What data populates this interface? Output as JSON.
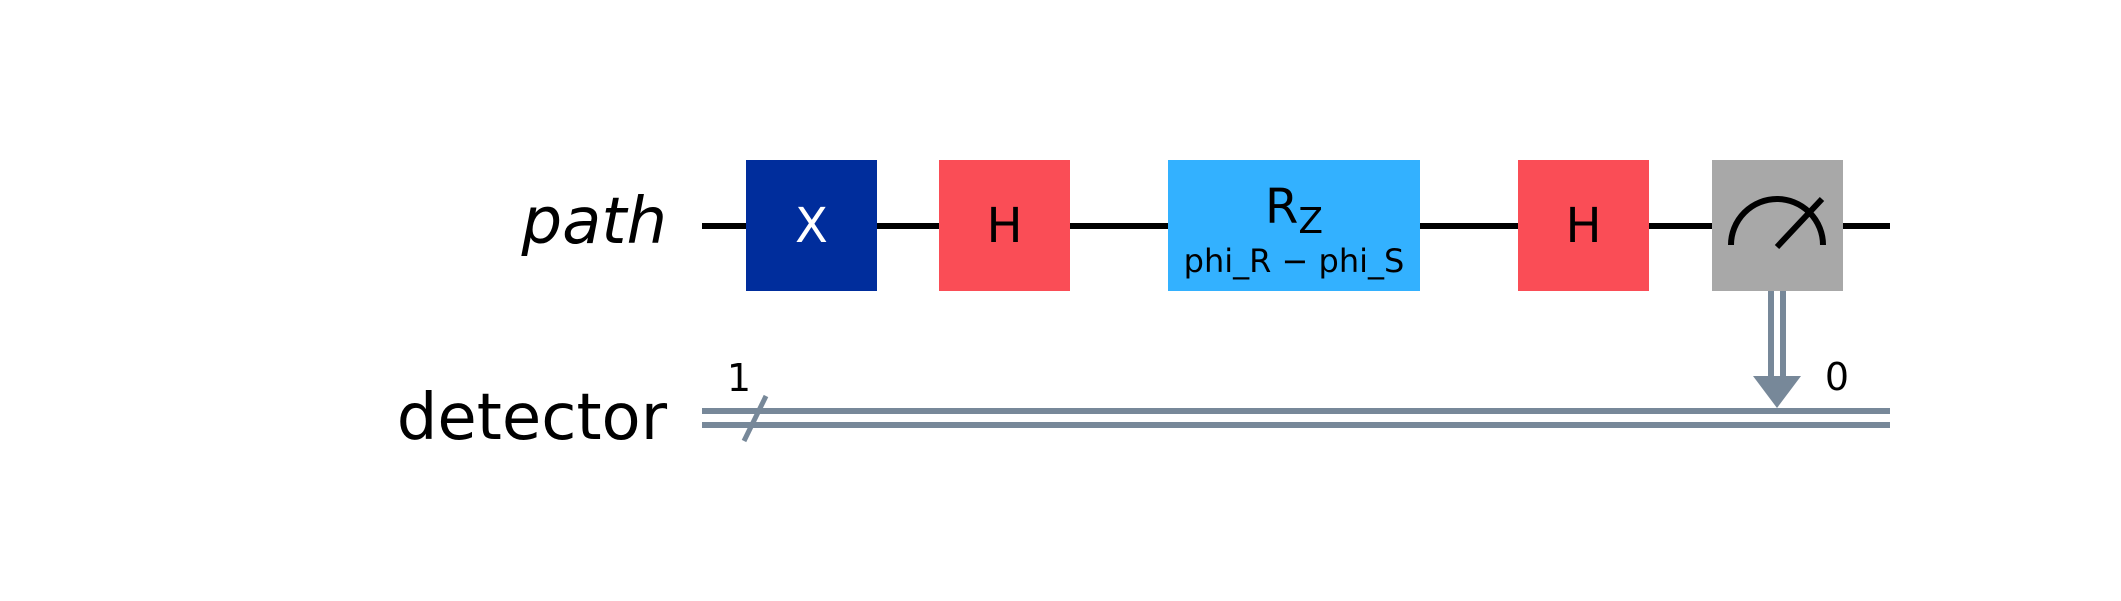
{
  "qubit_wire": {
    "label": "path"
  },
  "classical_wire": {
    "label": "detector",
    "bus_width": "1",
    "bit_index": "0"
  },
  "gates": {
    "x_gate": {
      "label": "X",
      "color": "#002d9c",
      "text_color": "#ffffff"
    },
    "h_gate_1": {
      "label": "H",
      "color": "#fa4d56",
      "text_color": "#000000"
    },
    "rz_gate": {
      "label": "R",
      "label_sub": "Z",
      "param": "phi_R − phi_S",
      "color": "#33b1ff",
      "text_color": "#000000"
    },
    "h_gate_2": {
      "label": "H",
      "color": "#fa4d56",
      "text_color": "#000000"
    },
    "measure": {
      "icon": "meter-icon",
      "color": "#a8a8a8"
    }
  },
  "colors": {
    "qubit_wire": "#000000",
    "classical_wire": "#778899"
  }
}
